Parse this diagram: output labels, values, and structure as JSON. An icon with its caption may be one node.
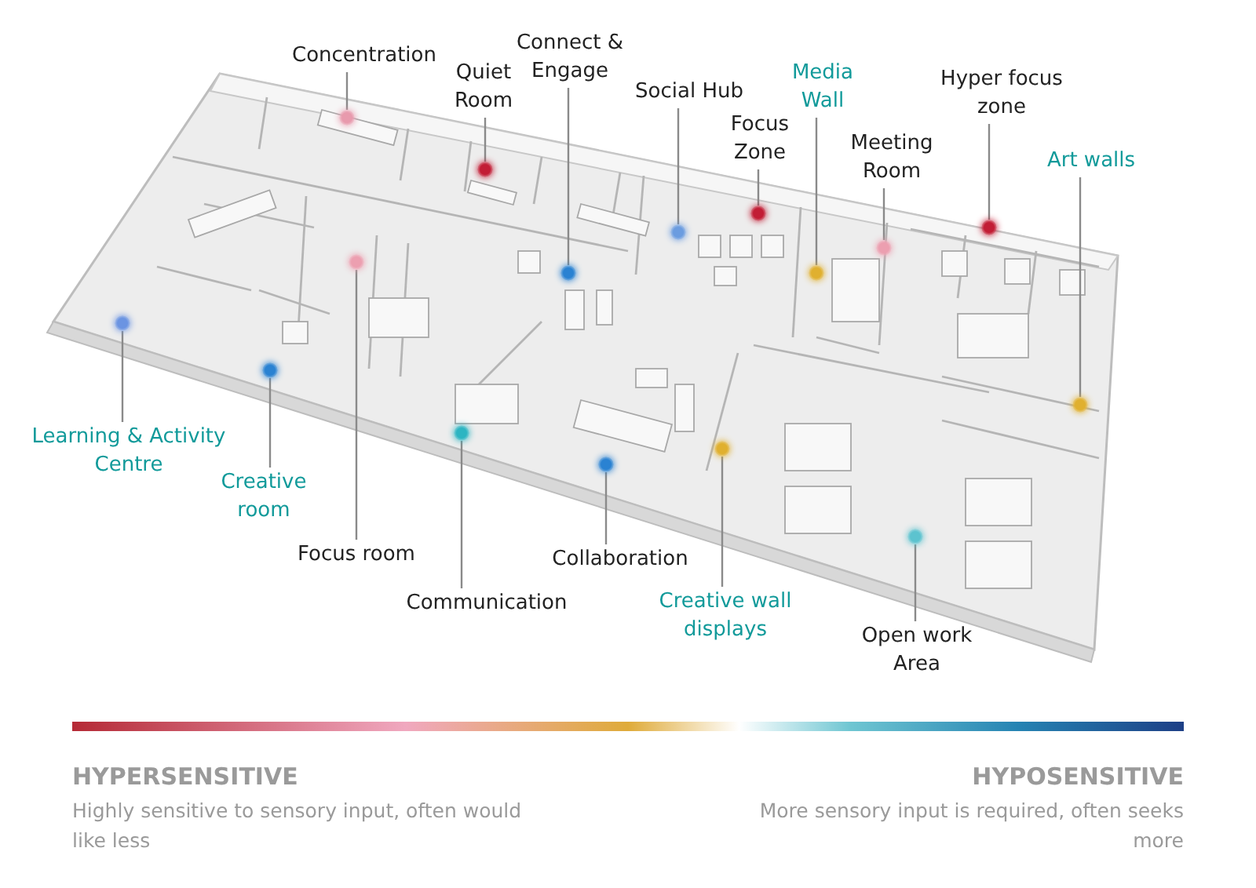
{
  "diagram": {
    "nodes": [
      {
        "text": [
          "Concentration"
        ]
      },
      {
        "text": [
          "Quiet Room"
        ]
      },
      {
        "text": [
          "Connect & Engage"
        ]
      },
      {
        "text": [
          "Social Hub"
        ]
      },
      {
        "text": [
          "Focus Zone"
        ]
      },
      {
        "text": [
          "Media Wall"
        ]
      },
      {
        "text": [
          "Meeting Room"
        ]
      },
      {
        "text": [
          "Hyper focus zone"
        ]
      },
      {
        "text": [
          "Art walls"
        ]
      },
      {
        "text": [
          "Learning & Activity Centre"
        ]
      },
      {
        "text": [
          "Creative room"
        ]
      },
      {
        "text": [
          "Focus room"
        ]
      },
      {
        "text": [
          "Communication"
        ]
      },
      {
        "text": [
          "Collaboration"
        ]
      },
      {
        "text": [
          "Creative wall displays"
        ]
      },
      {
        "text": [
          "Open work Area"
        ]
      },
      {
        "text": [],
        "shape": "circle"
      },
      {
        "text": [],
        "shape": "circle"
      },
      {
        "text": [],
        "shape": "circle"
      },
      {
        "text": [],
        "shape": "circle"
      },
      {
        "text": [],
        "shape": "circle"
      },
      {
        "text": [],
        "shape": "circle"
      },
      {
        "text": [],
        "shape": "circle"
      },
      {
        "text": [],
        "shape": "circle"
      },
      {
        "text": [],
        "shape": "circle"
      },
      {
        "text": [],
        "shape": "circle"
      },
      {
        "text": [],
        "shape": "circle"
      },
      {
        "text": [],
        "shape": "circle"
      },
      {
        "text": [],
        "shape": "circle"
      },
      {
        "text": [],
        "shape": "circle"
      },
      {
        "text": [],
        "shape": "circle"
      },
      {
        "text": [],
        "shape": "circle"
      }
    ],
    "edges": [
      {
        "from": 0,
        "to": 16,
        "arrow": "none"
      },
      {
        "from": 1,
        "to": 17,
        "arrow": "none"
      },
      {
        "from": 2,
        "to": 18,
        "arrow": "none"
      },
      {
        "from": 3,
        "to": 19,
        "arrow": "none"
      },
      {
        "from": 4,
        "to": 20,
        "arrow": "none"
      },
      {
        "from": 5,
        "to": 21,
        "arrow": "none"
      },
      {
        "from": 6,
        "to": 22,
        "arrow": "none"
      },
      {
        "from": 7,
        "to": 23,
        "arrow": "none"
      },
      {
        "from": 8,
        "to": 24,
        "arrow": "none"
      },
      {
        "from": 9,
        "to": 25,
        "arrow": "none"
      },
      {
        "from": 10,
        "to": 26,
        "arrow": "none"
      },
      {
        "from": 11,
        "to": 27,
        "arrow": "none"
      },
      {
        "from": 12,
        "to": 28,
        "arrow": "none"
      },
      {
        "from": 13,
        "to": 29,
        "arrow": "none"
      },
      {
        "from": 14,
        "to": 30,
        "arrow": "none"
      },
      {
        "from": 15,
        "to": 31,
        "arrow": "none"
      }
    ],
    "labels": [
      "HYPERSENSITIVE",
      "Highly sensitive to sensory input, often would like less",
      "HYPOSENSITIVE",
      "More sensory input is required, often seeks more"
    ]
  }
}
